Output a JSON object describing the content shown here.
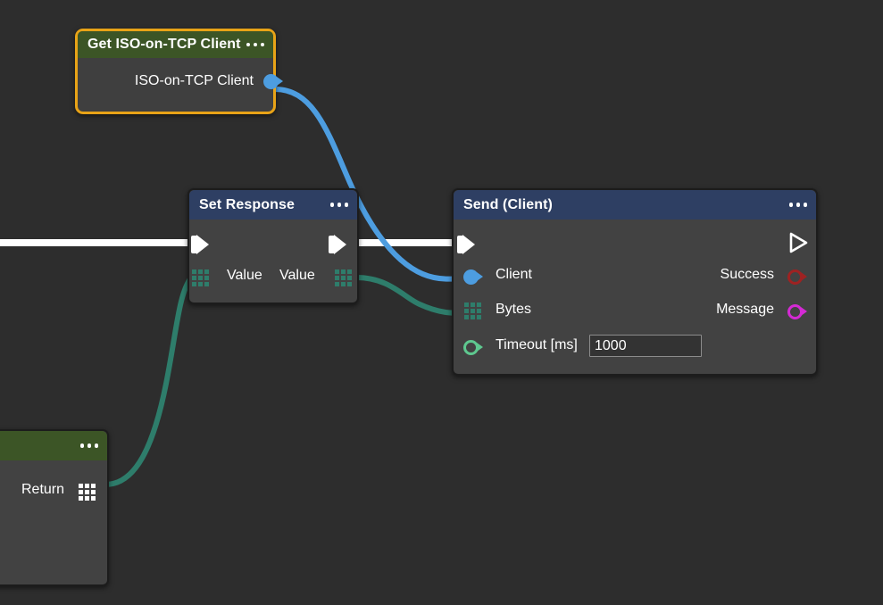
{
  "canvas": {
    "background": "#2d2d2d",
    "node_body_color": "#424242",
    "exec_wire_color": "#ffffff",
    "object_wire_color": "#4d9de0",
    "data_wire_color": "#2e7d6b"
  },
  "nodes": [
    {
      "id": "get-iso-on-tcp-client",
      "title": "Get ISO-on-TCP Client",
      "header_color": "#3c5526",
      "selected": true,
      "selection_color": "#e8a317",
      "menu_icon": "ellipsis-icon",
      "outputs": [
        {
          "label": "ISO-on-TCP Client",
          "port_type": "object",
          "color": "#4d9de0"
        }
      ]
    },
    {
      "id": "set-response",
      "title": "Set Response",
      "header_color": "#2e3f63",
      "selected": false,
      "menu_icon": "ellipsis-icon",
      "exec_in": true,
      "exec_out": true,
      "inputs": [
        {
          "label": "Value",
          "port_type": "grid",
          "color": "#2e7d6b"
        }
      ],
      "outputs": [
        {
          "label": "Value",
          "port_type": "grid",
          "color": "#2e7d6b"
        }
      ]
    },
    {
      "id": "send-client",
      "title": "Send (Client)",
      "header_color": "#2e3f63",
      "selected": false,
      "menu_icon": "ellipsis-icon",
      "exec_in": true,
      "exec_out": true,
      "inputs": [
        {
          "label": "Client",
          "port_type": "object",
          "color": "#4d9de0"
        },
        {
          "label": "Bytes",
          "port_type": "grid",
          "color": "#2e7d6b"
        },
        {
          "label": "Timeout [ms]",
          "port_type": "ring",
          "color": "#5ec88f",
          "value": "1000",
          "placeholder": "1000"
        }
      ],
      "outputs": [
        {
          "label": "Success",
          "port_type": "ring",
          "color": "#9e2222"
        },
        {
          "label": "Message",
          "port_type": "ring",
          "color": "#d42ad4"
        }
      ]
    },
    {
      "id": "return-node",
      "title": "",
      "header_color": "#3c5526",
      "selected": false,
      "menu_icon": "ellipsis-icon",
      "inputs": [
        {
          "label": "Return",
          "port_type": "grid",
          "color": "#ffffff"
        }
      ],
      "field_value": ""
    }
  ],
  "wires": [
    {
      "name": "iso-client-to-send-client",
      "color": "#4d9de0",
      "kind": "object"
    },
    {
      "name": "left-exec-to-set-response",
      "color": "#ffffff",
      "kind": "exec"
    },
    {
      "name": "set-response-exec-to-send",
      "color": "#ffffff",
      "kind": "exec"
    },
    {
      "name": "set-response-value-to-bytes",
      "color": "#2e7d6b",
      "kind": "data"
    },
    {
      "name": "return-to-set-response-value",
      "color": "#2e7d6b",
      "kind": "data"
    }
  ]
}
